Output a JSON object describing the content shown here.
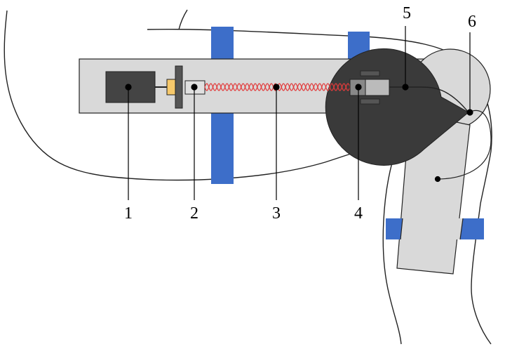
{
  "diagram": {
    "labels": [
      {
        "key": "motor",
        "text": "1"
      },
      {
        "key": "coupling",
        "text": "2"
      },
      {
        "key": "spring",
        "text": "3"
      },
      {
        "key": "slider",
        "text": "4"
      },
      {
        "key": "cable",
        "text": "5"
      },
      {
        "key": "cam",
        "text": "6"
      }
    ],
    "colors": {
      "background": "#ffffff",
      "outline": "#222222",
      "frame": "#d9d9d9",
      "motor": "#444444",
      "coupler": "#f7c96b",
      "strap": "#3d6ec9",
      "spring": "#e23b3b",
      "cam": "#3a3a3a",
      "leader": "#000000"
    }
  }
}
